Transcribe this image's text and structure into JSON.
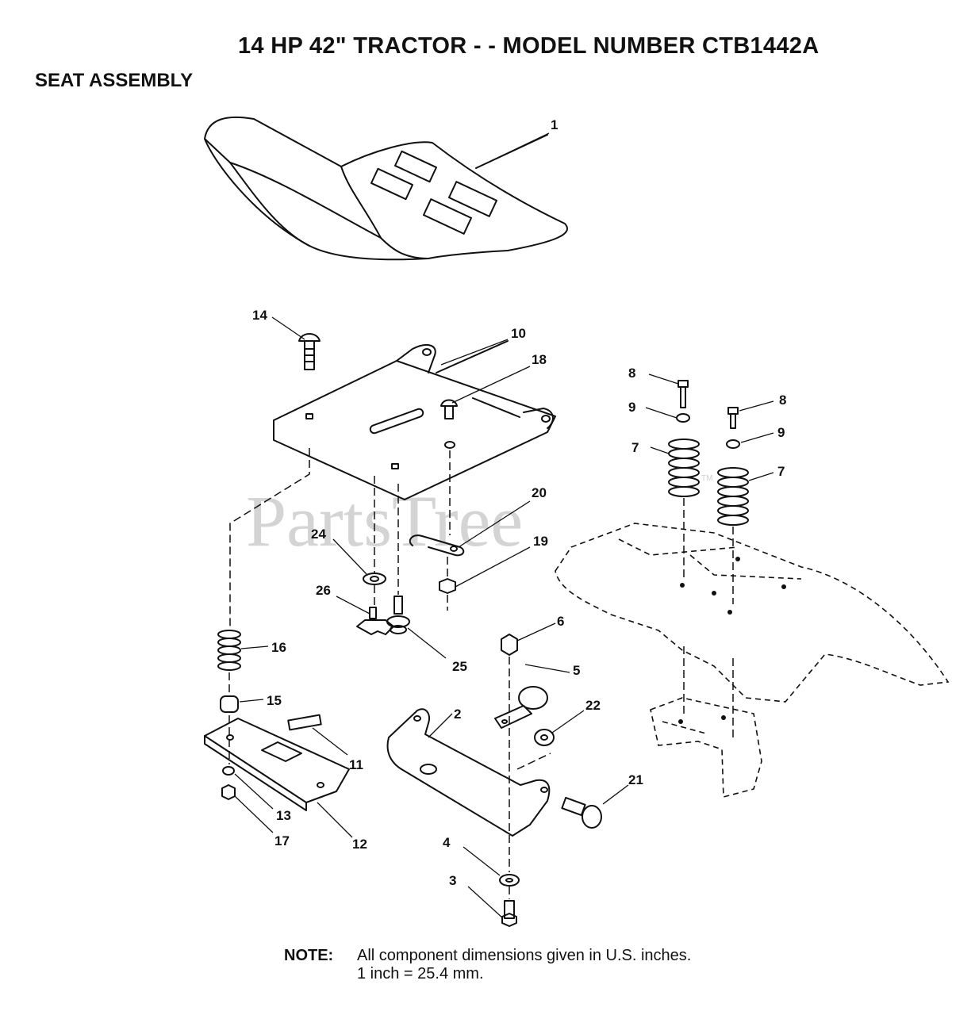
{
  "header": {
    "title": "14 HP 42\" TRACTOR - - MODEL NUMBER CTB1442A",
    "subtitle": "SEAT ASSEMBLY"
  },
  "watermark": {
    "text": "PartsTree",
    "trademark": "TM"
  },
  "callouts": [
    "1",
    "2",
    "3",
    "4",
    "5",
    "6",
    "7",
    "7",
    "8",
    "8",
    "9",
    "9",
    "10",
    "11",
    "12",
    "13",
    "14",
    "15",
    "16",
    "17",
    "18",
    "19",
    "20",
    "21",
    "22",
    "24",
    "25",
    "26"
  ],
  "note": {
    "label": "NOTE:",
    "line1": "All component dimensions given in U.S. inches.",
    "line2": "1 inch = 25.4 mm."
  }
}
